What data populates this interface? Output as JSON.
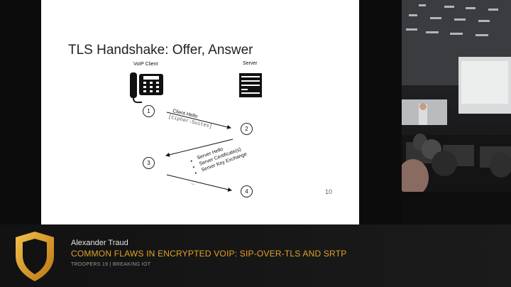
{
  "slide": {
    "title": "TLS Handshake: Offer, Answer",
    "client_label": "VoIP Client",
    "server_label": "Server",
    "steps": [
      "1",
      "2",
      "3",
      "4"
    ],
    "msg1": {
      "label": "Client Hello",
      "detail": "[Cipher-Suites]"
    },
    "msg3": {
      "items": [
        "Server Hello",
        "Server Certificate(s)",
        "Server Key Exchange"
      ]
    },
    "msg4": {
      "label": "..."
    },
    "page_number": "10"
  },
  "caption": {
    "speaker": "Alexander Traud",
    "title": "COMMON FLAWS IN ENCRYPTED VOIP: SIP-OVER-TLS AND SRTP",
    "event": "TROOPERS 19 | BREAKING IOT"
  },
  "colors": {
    "accent": "#e3a126",
    "background": "#0c0c0c",
    "slide_bg": "#ffffff"
  },
  "icons": [
    "phone-icon",
    "server-icon",
    "shield-logo-icon"
  ]
}
